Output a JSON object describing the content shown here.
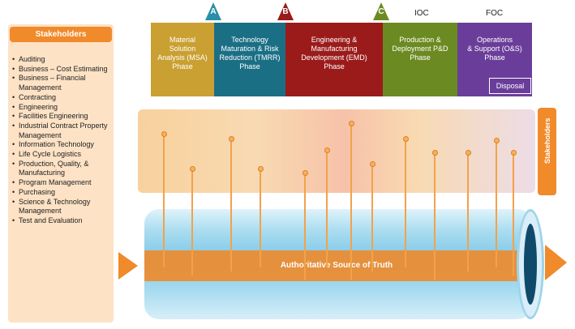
{
  "stakeholders": {
    "title": "Stakeholders",
    "items": [
      "Auditing",
      "Business – Cost Estimating",
      "Business – Financial Management",
      "Contracting",
      "Engineering",
      "Facilities Engineering",
      "Industrial Contract Property Management",
      "Information Technology",
      "Life Cycle Logistics",
      "Production, Quality, & Manufacturing",
      "Program Management",
      "Purchasing",
      "Science & Technology Management",
      "Test and Evaluation"
    ]
  },
  "milestones": {
    "a": "A",
    "b": "B",
    "c": "C",
    "ioc": "IOC",
    "foc": "FOC"
  },
  "phases": [
    {
      "lines": [
        "Material",
        "Solution",
        "Analysis (MSA)",
        "Phase"
      ],
      "color": "#c9a031"
    },
    {
      "lines": [
        "Technology",
        "Maturation & Risk",
        "Reduction (TMRR)",
        "Phase"
      ],
      "color": "#1b6f85"
    },
    {
      "lines": [
        "Engineering &",
        "Manufacturing",
        "Development (EMD)",
        "Phase"
      ],
      "color": "#9b1b1b"
    },
    {
      "lines": [
        "Production &",
        "Deployment P&D",
        "Phase"
      ],
      "color": "#6c8a22"
    },
    {
      "lines": [
        "Operations",
        "& Support (O&S)",
        "Phase"
      ],
      "color": "#6a3d9a"
    }
  ],
  "disposal": "Disposal",
  "band_label": "Stakeholders",
  "pipe_label": "Authoritative Source of Truth",
  "colors": {
    "orange": "#f08a2a",
    "milestone": "#2a8fa8"
  }
}
